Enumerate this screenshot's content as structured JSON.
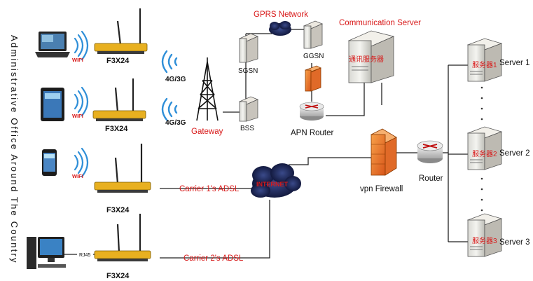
{
  "side_title": "Administrative Office Around The Country",
  "router_model": "F3X24",
  "wifi_label": "WIFI",
  "cell_label": "4G/3G",
  "rj45_label": "RJ45",
  "gateway_label": "Gateway",
  "bss_label": "BSS",
  "sgsn_label": "SGSN",
  "ggsn_label": "GGSN",
  "gprs_label": "GPRS Network",
  "comm_server_title": "Communication Server",
  "comm_server_badge": "通讯服务器",
  "apn_router_label": "APN Router",
  "internet_label": "INTERNET",
  "vpn_firewall_label": "vpn Firewall",
  "router_label": "Router",
  "carrier1_label": "Carrier 1's ADSL",
  "carrier2_label": "Carrier 2's ADSL",
  "servers": [
    {
      "name": "Server 1",
      "badge": "服务器1"
    },
    {
      "name": "Server 2",
      "badge": "服务器2"
    },
    {
      "name": "Server 3",
      "badge": "服务器3"
    }
  ],
  "colors": {
    "accent_red": "#d81818",
    "router_body": "#e8b020",
    "firewall": "#f07a1e"
  }
}
